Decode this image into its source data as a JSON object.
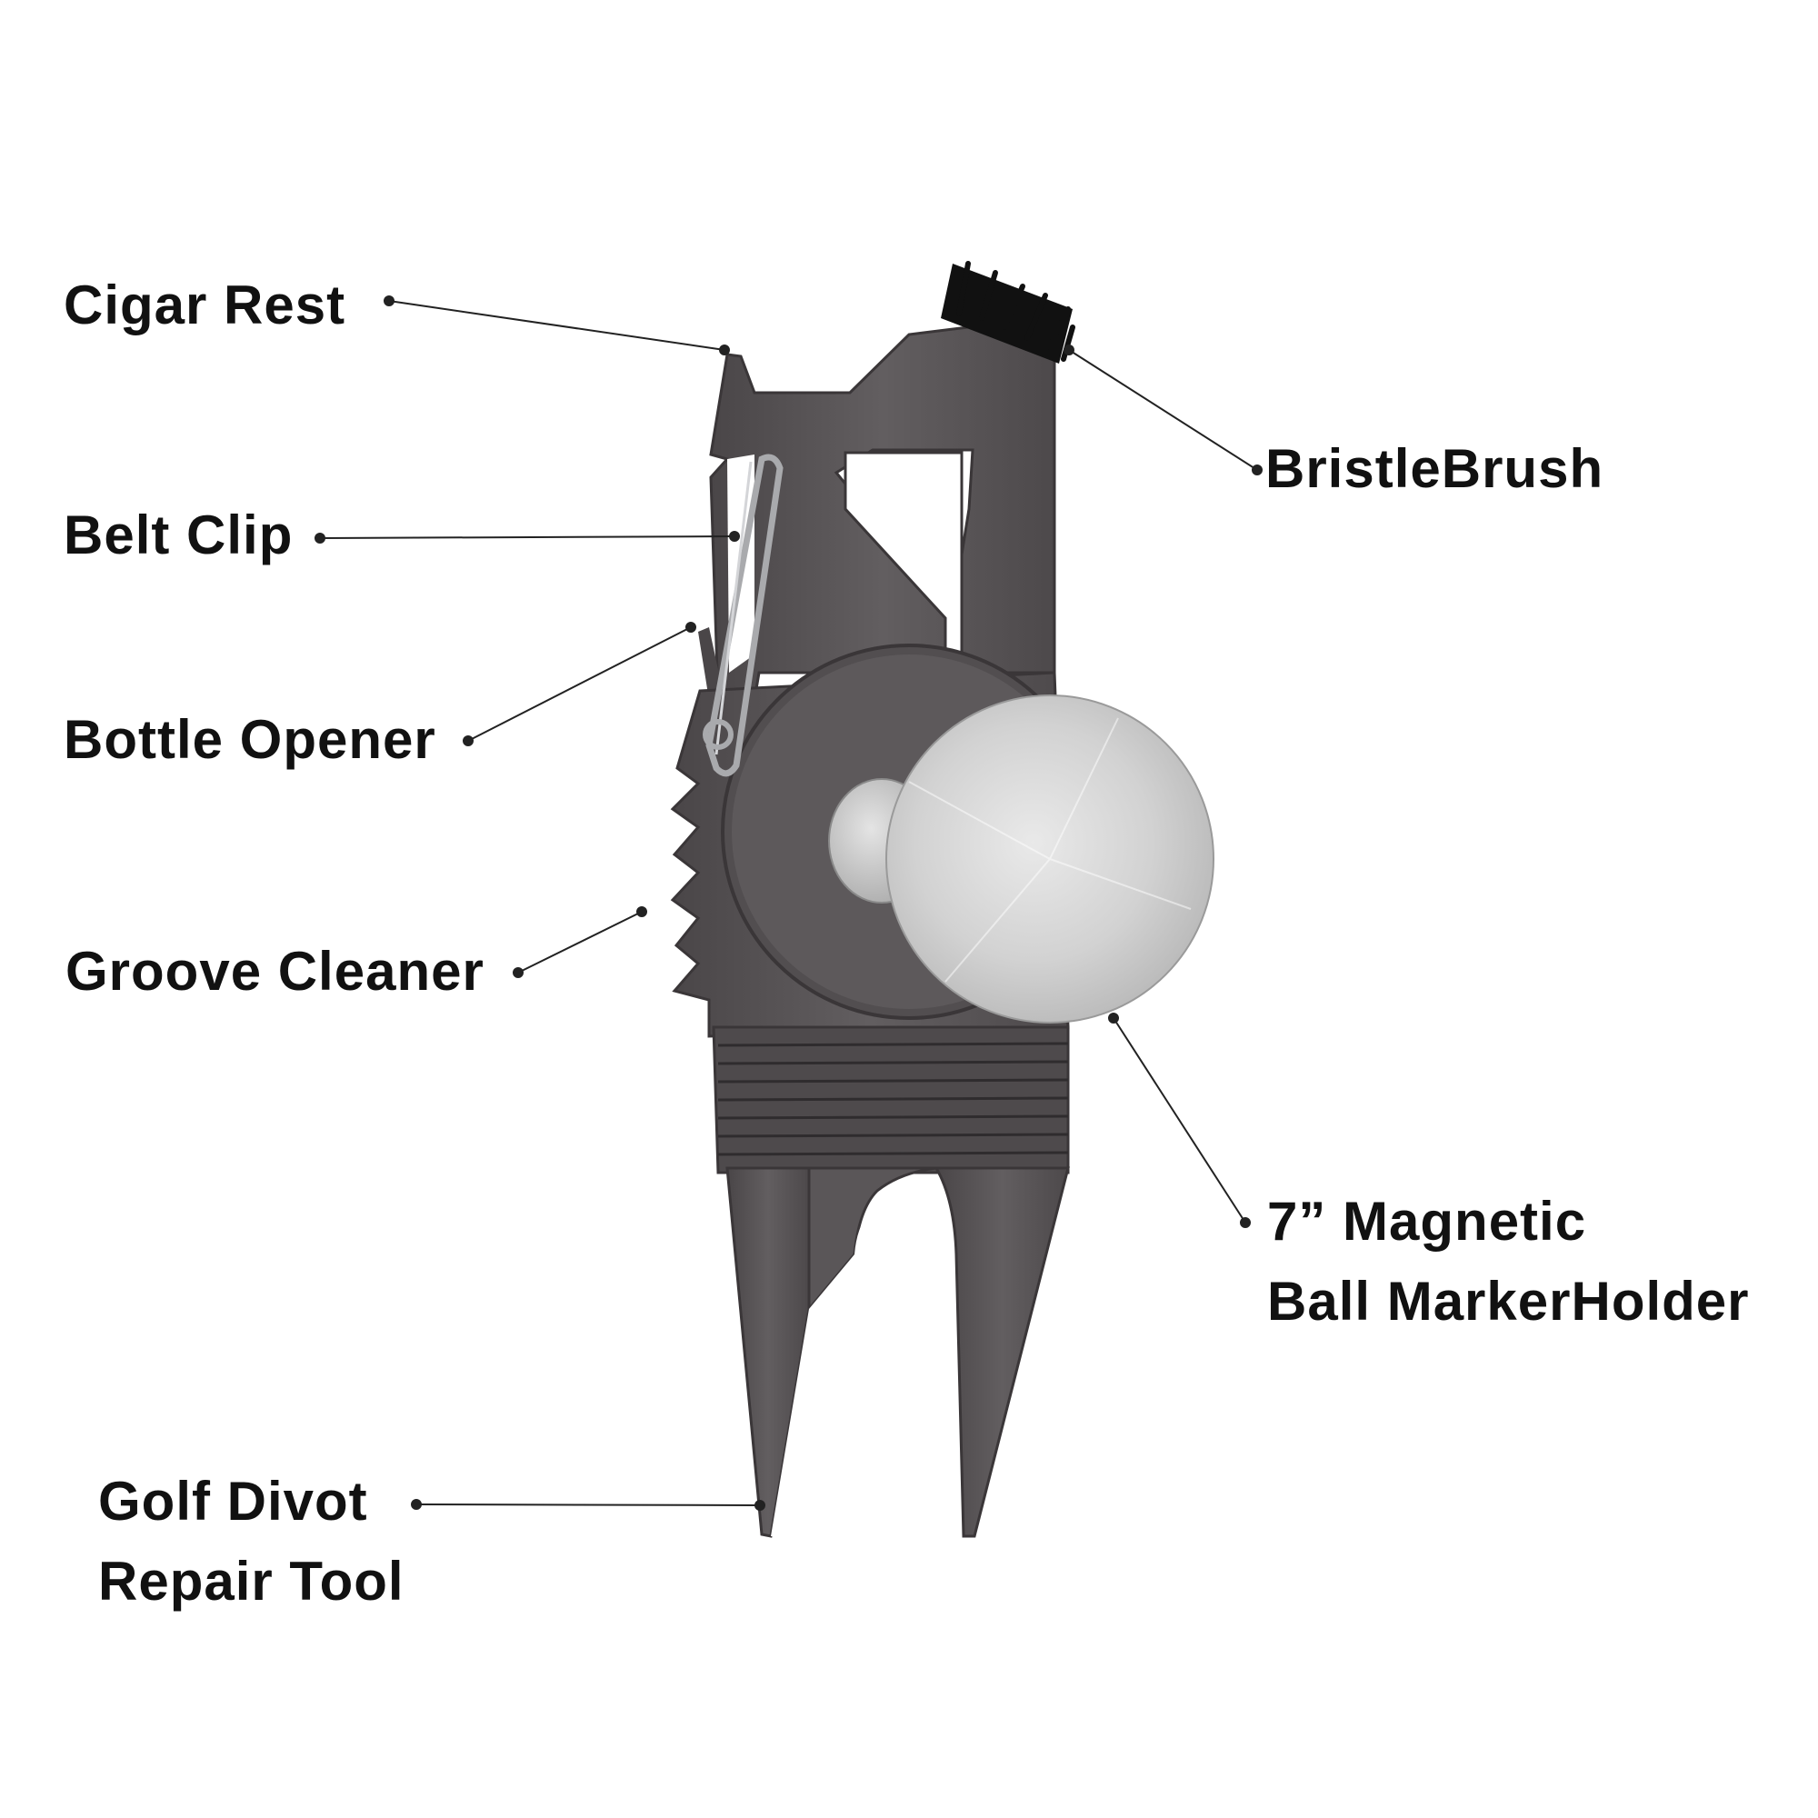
{
  "labels": {
    "cigar_rest": "Cigar Rest",
    "belt_clip": "Belt Clip",
    "bottle_opener": "Bottle Opener",
    "groove_cleaner": "Groove Cleaner",
    "divot_tool": [
      "Golf Divot",
      "Repair Tool"
    ],
    "bristle_brush": "BristleBrush",
    "ball_marker": [
      "7” Magnetic",
      "Ball MarkerHolder"
    ]
  },
  "colors": {
    "background": "#ffffff",
    "tool_body": "#5a5658",
    "tool_dark": "#3c393b",
    "tool_highlight": "#7a7678",
    "ball_marker": "#cfcfcf",
    "magnet": "#bdbdbd",
    "bristles": "#111111",
    "clip": "#a9aaad",
    "leader_line": "#222222",
    "label_text": "#111111"
  },
  "icons": [
    "divot-tool-icon",
    "ball-marker-icon",
    "bristle-brush-icon",
    "belt-clip-icon"
  ]
}
